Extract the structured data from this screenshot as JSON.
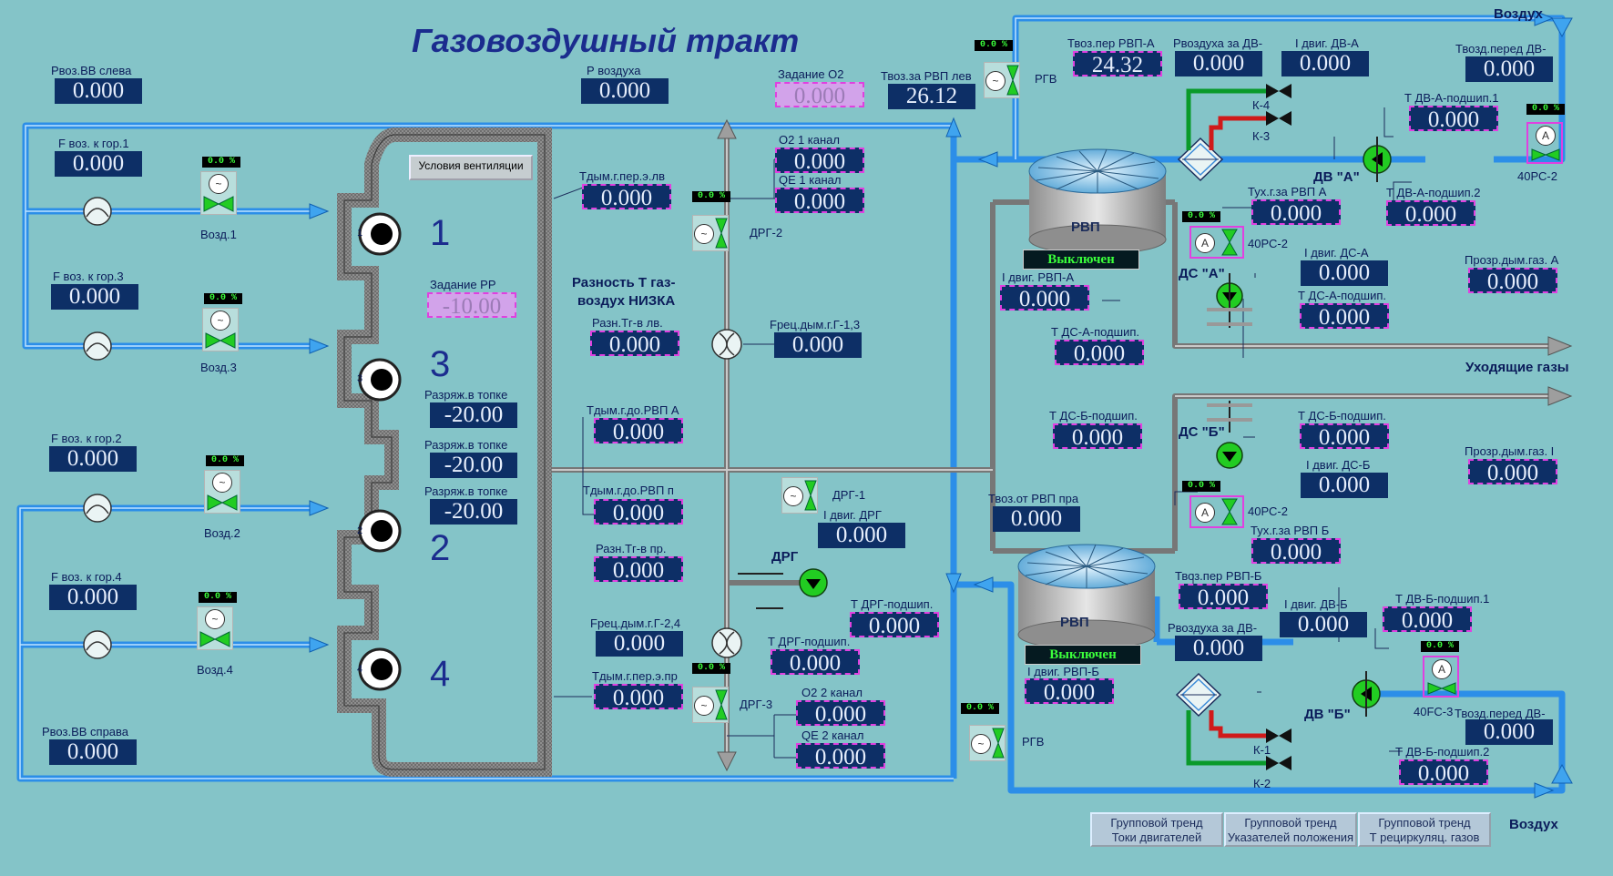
{
  "title": "Газовоздушный тракт",
  "conditions_button": "Условия вентиляции",
  "burners": [
    "1",
    "3",
    "2",
    "4"
  ],
  "burner_small": [
    "1",
    "3",
    "2",
    "4"
  ],
  "flow_labels": {
    "air_top": "Воздух",
    "air_bottom": "Воздух",
    "exhaust": "Уходящие газы"
  },
  "diff_alarm": {
    "line1": "Разность Т газ-",
    "line2": "воздух НИЗКА"
  },
  "left": {
    "pvv_left": {
      "label": "Рвоз.ВВ слева",
      "value": "0.000"
    },
    "f1": {
      "label": "F воз. к гор.1",
      "value": "0.000"
    },
    "f3": {
      "label": "F воз. к гор.3",
      "value": "0.000"
    },
    "f2": {
      "label": "F воз. к гор.2",
      "value": "0.000"
    },
    "f4": {
      "label": "F воз. к гор.4",
      "value": "0.000"
    },
    "pvv_right": {
      "label": "Рвоз.ВВ справа",
      "value": "0.000"
    }
  },
  "valves": {
    "v1": {
      "name": "Возд.1",
      "pct": "0.0  %"
    },
    "v3": {
      "name": "Возд.3",
      "pct": "0.0  %"
    },
    "v2": {
      "name": "Возд.2",
      "pct": "0.0  %"
    },
    "v4": {
      "name": "Возд.4",
      "pct": "0.0  %"
    },
    "drg2": {
      "name": "ДРГ-2",
      "pct": "0.0  %"
    },
    "drg1": {
      "name": "ДРГ-1",
      "pct": "0.0  %"
    },
    "drg3": {
      "name": "ДРГ-3",
      "pct": "0.0  %"
    },
    "rgv_top": {
      "name": "РГВ",
      "pct": "0.0  %"
    },
    "rgv_bot": {
      "name": "РГВ",
      "pct": "0.0  %"
    },
    "pc2a": {
      "name": "40РС-2",
      "pct": "0.0  %"
    },
    "pc2b": {
      "name": "40РС-2",
      "pct": "0.0  %"
    },
    "pc2c": {
      "name": "40РС-2",
      "pct": "0.0  %"
    },
    "fc3": {
      "name": "40FC-3",
      "pct": "0.0  %"
    }
  },
  "center": {
    "p_air": {
      "label": "Р воздуха",
      "value": "0.000"
    },
    "o2_set": {
      "label": "Задание О2",
      "value": "0.000"
    },
    "pp_set": {
      "label": "Задание РР",
      "value": "-10.00"
    },
    "vac1": {
      "label": "Разряж.в топке",
      "value": "-20.00"
    },
    "vac2": {
      "label": "Разряж.в топке",
      "value": "-20.00"
    },
    "vac3": {
      "label": "Разряж.в топке",
      "value": "-20.00"
    },
    "tdym_lv": {
      "label": "Тдым.г.пер.э.лв",
      "value": "0.000"
    },
    "razn_lv": {
      "label": "Разн.Тг-в лв.",
      "value": "0.000"
    },
    "tdym_rvp_a": {
      "label": "Тдым.г.до.РВП А",
      "value": "0.000"
    },
    "tdym_rvp_p": {
      "label": "Тдым.г.до.РВП п",
      "value": "0.000"
    },
    "razn_pr": {
      "label": "Разн.Тг-в пр.",
      "value": "0.000"
    },
    "freq2": {
      "label": "Fрец.дым.г.Г-2,4",
      "value": "0.000"
    },
    "tdym_pr": {
      "label": "Тдым.г.пер.э.пр",
      "value": "0.000"
    },
    "o2_1": {
      "label": "О2 1 канал",
      "value": "0.000"
    },
    "qe_1": {
      "label": "QE 1 канал",
      "value": "0.000"
    },
    "freq1": {
      "label": "Fрец.дым.г.Г-1,3",
      "value": "0.000"
    },
    "i_drg": {
      "label": "I двиг. ДРГ",
      "value": "0.000"
    },
    "t_drg": {
      "label": "Т ДРГ-подшип.",
      "value": "0.000"
    },
    "t_drg2": {
      "label": "Т ДРГ-подшип.",
      "value": "0.000"
    },
    "o2_2": {
      "label": "О2 2 канал",
      "value": "0.000"
    },
    "qe_2": {
      "label": "QE 2 канал",
      "value": "0.000"
    },
    "drg": "ДРГ"
  },
  "right": {
    "tvoz_rvp_lev": {
      "label": "Твоз.за РВП лев",
      "value": "26.12"
    },
    "tvoz_per_rvp_a": {
      "label": "Твоз.пер РВП-А",
      "value": "24.32"
    },
    "pvozd_za_dv": {
      "label": "Рвоздуха за ДВ-",
      "value": "0.000"
    },
    "i_dv_a": {
      "label": "I двиг. ДВ-А",
      "value": "0.000"
    },
    "tvozd_per_dv": {
      "label": "Твозд.перед ДВ-",
      "value": "0.000"
    },
    "t_dv_a_1": {
      "label": "Т ДВ-А-подшип.1",
      "value": "0.000"
    },
    "t_dv_a_2": {
      "label": "Т ДВ-А-подшип.2",
      "value": "0.000"
    },
    "dv_a": "ДВ \"А\"",
    "k4": "К-4",
    "k3": "К-3",
    "rvp_a": "РВП",
    "rvp_a_status": "Выключен",
    "i_rvp_a": {
      "label": "I двиг. РВП-А",
      "value": "0.000"
    },
    "tux_rvp_a": {
      "label": "Тух.г.за РВП А",
      "value": "0.000"
    },
    "i_ds_a": {
      "label": "I двиг. ДС-А",
      "value": "0.000"
    },
    "t_ds_a": {
      "label": "Т ДС-А-подшип.",
      "value": "0.000"
    },
    "t_ds_a_2": {
      "label": "Т ДС-А-подшип.",
      "value": "0.000"
    },
    "ds_a": "ДС \"А\"",
    "prozr_a": {
      "label": "Прозр.дым.газ. А",
      "value": "0.000"
    },
    "t_ds_b_1": {
      "label": "Т ДС-Б-подшип.",
      "value": "0.000"
    },
    "t_ds_b_2": {
      "label": "Т ДС-Б-подшип.",
      "value": "0.000"
    },
    "ds_b": "ДС \"Б\"",
    "i_ds_b": {
      "label": "I двиг. ДС-Б",
      "value": "0.000"
    },
    "prozr_b": {
      "label": "Прозр.дым.газ. I",
      "value": "0.000"
    },
    "tvoz_ot_rvp": {
      "label": "Твоз.от РВП пра",
      "value": "0.000"
    },
    "tux_rvp_b": {
      "label": "Тух.г.за РВП Б",
      "value": "0.000"
    },
    "rvp_b": "РВП",
    "rvp_b_status": "Выключен",
    "tvoz_per_rvp_b": {
      "label": "Твоз.пер РВП-Б",
      "value": "0.000"
    },
    "i_rvp_b": {
      "label": "I двиг. РВП-Б",
      "value": "0.000"
    },
    "pvozd_za_dv_b": {
      "label": "Рвоздуха за ДВ-",
      "value": "0.000"
    },
    "i_dv_b": {
      "label": "I двиг. ДВ-Б",
      "value": "0.000"
    },
    "t_dv_b_1": {
      "label": "Т ДВ-Б-подшип.1",
      "value": "0.000"
    },
    "t_dv_b_2": {
      "label": "Т ДВ-Б-подшип.2",
      "value": "0.000"
    },
    "tvozd_per_dv_b": {
      "label": "Твозд.перед ДВ-",
      "value": "0.000"
    },
    "dv_b": "ДВ \"Б\"",
    "k1": "К-1",
    "k2": "К-2"
  },
  "buttons": [
    {
      "l1": "Групповой тренд",
      "l2": "Токи двигателей"
    },
    {
      "l1": "Групповой тренд",
      "l2": "Указателей положения"
    },
    {
      "l1": "Групповой тренд",
      "l2": "Т рециркуляц. газов"
    }
  ],
  "colors": {
    "background": "#84c4c8",
    "air_pipe": "#2c8ee8",
    "gas_pipe": "#8a8a8a",
    "value_bg": "#0d2f66",
    "alarm_frame": "#e040e0",
    "valve_green": "#22cc22"
  }
}
